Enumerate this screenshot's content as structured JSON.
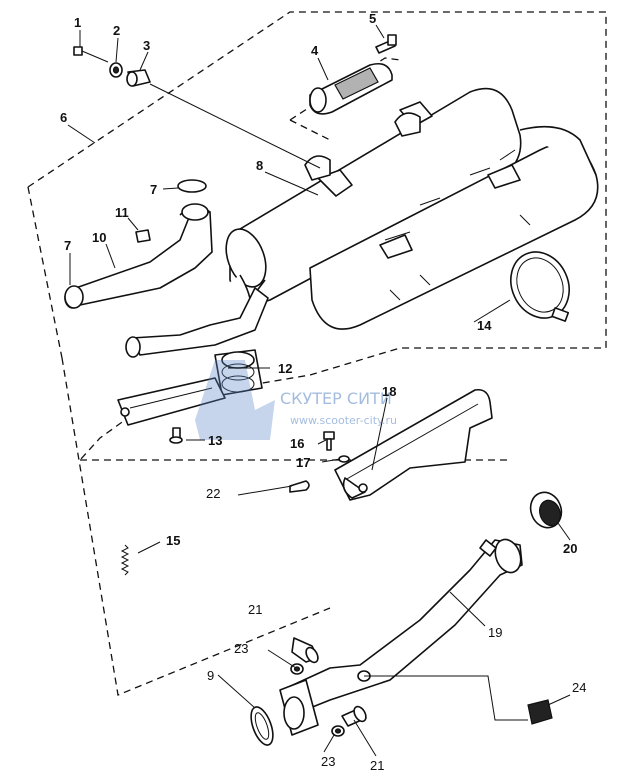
{
  "callouts": {
    "p1": "1",
    "p2": "2",
    "p3": "3",
    "p4": "4",
    "p5": "5",
    "p6": "6",
    "p7a": "7",
    "p7b": "7",
    "p8": "8",
    "p9": "9",
    "p10": "10",
    "p11": "11",
    "p12": "12",
    "p13": "13",
    "p14": "14",
    "p15": "15",
    "p16": "16",
    "p17": "17",
    "p18": "18",
    "p19": "19",
    "p20": "20",
    "p21a": "21",
    "p21b": "21",
    "p22": "22",
    "p23a": "23",
    "p23b": "23",
    "p24": "24"
  },
  "watermark": {
    "title": "СКУТЕР СИТИ",
    "url": "www.scooter-city.ru",
    "color": "#5b87c5"
  }
}
